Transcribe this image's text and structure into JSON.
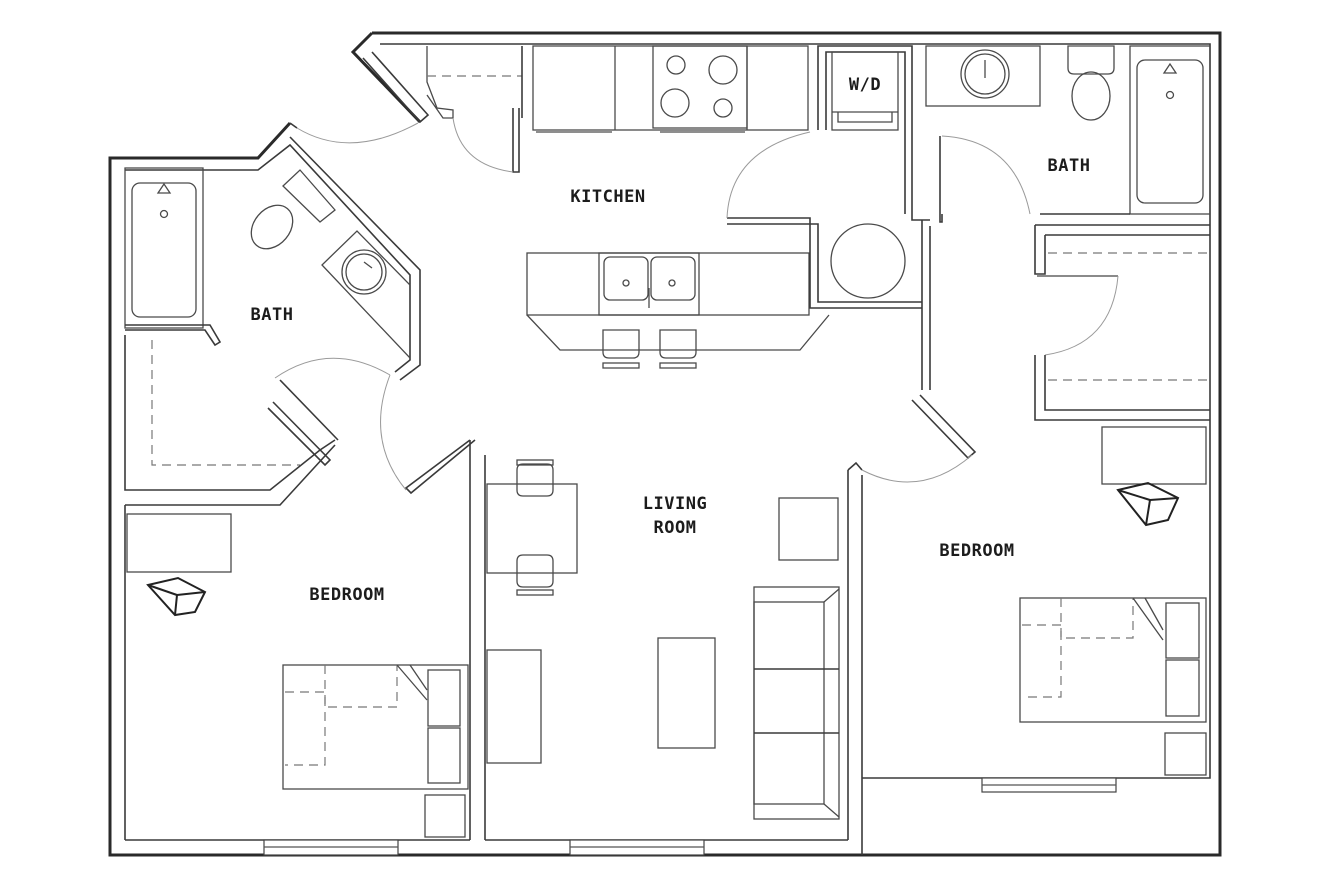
{
  "floorplan": {
    "type": "two-bedroom-two-bath-apartment",
    "colors": {
      "background": "#ffffff",
      "wall": "#2a2a2a",
      "label": "#1c1c1c"
    },
    "rooms": {
      "kitchen": {
        "label": "KITCHEN"
      },
      "washer_dryer": {
        "label": "W/D"
      },
      "bath_left": {
        "label": "BATH"
      },
      "bath_right": {
        "label": "BATH"
      },
      "living_room": {
        "label_line1": "LIVING",
        "label_line2": "ROOM"
      },
      "bedroom_left": {
        "label": "BEDROOM"
      },
      "bedroom_right": {
        "label": "BEDROOM"
      }
    }
  }
}
